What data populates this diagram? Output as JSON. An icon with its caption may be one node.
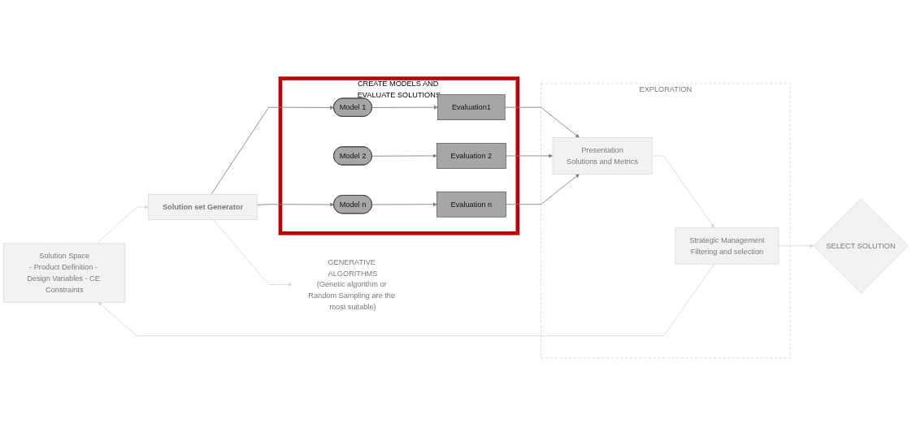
{
  "diagram": {
    "nodes": [
      {
        "text": [
          "Solution Space",
          "- Product Definition - Design Variables - CE Constraints"
        ]
      },
      {
        "text": [
          "Solution set Generator"
        ]
      },
      {
        "text": [
          "GENERATIVE ALGORITHMS",
          "(Genetic algorithm or Random Sampling are the most suitable)"
        ]
      },
      {
        "text": [
          "CREATE MODELS AND EVALUATE SOLUTIONS"
        ]
      },
      {
        "text": [
          "Model 1"
        ],
        "in": 3
      },
      {
        "text": [
          "Evaluation1"
        ],
        "in": 3
      },
      {
        "text": [
          "Model 2"
        ],
        "in": 3
      },
      {
        "text": [
          "Evaluation 2"
        ],
        "in": 3
      },
      {
        "text": [
          "Model n"
        ],
        "in": 3
      },
      {
        "text": [
          "Evaluation n"
        ],
        "in": 3
      },
      {
        "text": [
          "EXPLORATION"
        ]
      },
      {
        "text": [
          "Presentation",
          "Solutions and Metrics"
        ],
        "in": 10
      },
      {
        "text": [
          "Strategic Management",
          "Filtering and selection"
        ],
        "in": 10
      },
      {
        "text": [
          "SELECT SOLUTION"
        ]
      }
    ],
    "edges": [
      {
        "from": 0,
        "to": 1,
        "arrow": "to",
        "color": "#d9d9d9"
      },
      {
        "from": 1,
        "to": 2,
        "arrow": "to",
        "color": "#d9d9d9"
      },
      {
        "from": 1,
        "to": 4,
        "arrow": "to"
      },
      {
        "from": 1,
        "to": 8,
        "arrow": "to"
      },
      {
        "from": 4,
        "to": 5,
        "arrow": "to"
      },
      {
        "from": 6,
        "to": 7,
        "arrow": "to"
      },
      {
        "from": 8,
        "to": 9,
        "arrow": "to"
      },
      {
        "from": 5,
        "to": 11,
        "arrow": "to"
      },
      {
        "from": 7,
        "to": 11,
        "arrow": "to"
      },
      {
        "from": 9,
        "to": 11,
        "arrow": "to"
      },
      {
        "from": 11,
        "to": 12,
        "arrow": "to",
        "color": "#d9d9d9"
      },
      {
        "from": 12,
        "to": 13,
        "arrow": "to",
        "color": "#d9d9d9"
      },
      {
        "from": 12,
        "to": 0,
        "arrow": "to",
        "color": "#d9d9d9"
      }
    ]
  }
}
